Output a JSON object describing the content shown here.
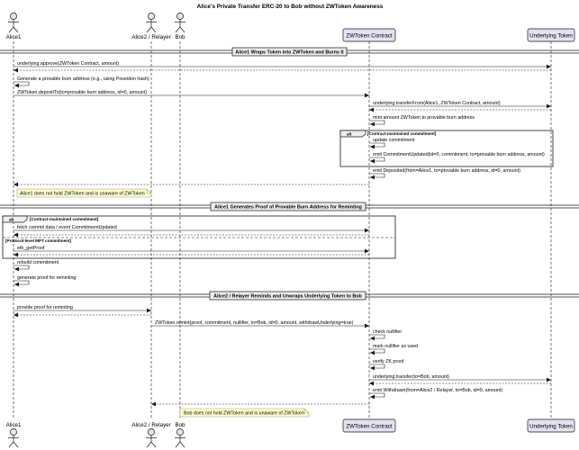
{
  "title": "Alice's Private Transfer ERC-20 to Bob without ZWToken Awareness",
  "participants": {
    "alice1": "Alice1",
    "relayer": "Alice2 / Relayer",
    "bob": "Bob",
    "zwtoken": "ZWToken Contract",
    "underlying": "Underlying Token"
  },
  "separators": [
    "Alice1 Wraps Token into ZWToken and Burns It",
    "Alice1 Generates Proof of Provable Burn Address for Reminting",
    "Alice2 / Relayer Reminds and Unwraps Underlying Token to Bob"
  ],
  "messages": [
    "underlying.approve(ZWToken Contract, amount)",
    "Generate a provable burn address (e.g., using Poseidon hash)",
    "ZWToken.depositTo(to=provable burn address, id=0, amount)",
    "underlying.transferFrom(Alice1, ZWToken Contract, amount)",
    "mint amount ZWToken to provable burn address",
    "update commitment",
    "emit CommitmentUpdated(id=0, commitment, to=provable burn address, amount)",
    "emit Deposited(from=Alice1, to=provable burn address, id=0, amount)",
    "fetch commit data / event CommitmentUpdated",
    "eth_getProof",
    "rebuild commitment",
    "generate proof for reminting",
    "provide proof for reminting",
    "ZWToken.remint(proof, commitment, nullifier, to=Bob, id=0, amount, withdrawUnderlying=true)",
    "check nullifier",
    "mark nullifier as used",
    "verify ZK proof",
    "underlying.transfer(to=Bob, amount)",
    "emit Withdrawn(from=Alice2 / Relayer, to=Bob, id=0, amount)"
  ],
  "alt_frames": {
    "keyword": "alt",
    "first_condition": "[Contract-maintained commitment]",
    "second_condition_a": "[Contract-maintained commitment]",
    "second_condition_b": "[Protocol-level MPT commitment]"
  },
  "notes": [
    "Alice1 does not hold ZWToken and is unaware of ZWToken",
    "Bob does not hold ZWToken and is unaware of ZWToken"
  ],
  "colors": {
    "participant_fill": "#e2e2f0",
    "participant_border": "#181818",
    "note_fill": "#fefece",
    "lifeline": "#181818"
  }
}
